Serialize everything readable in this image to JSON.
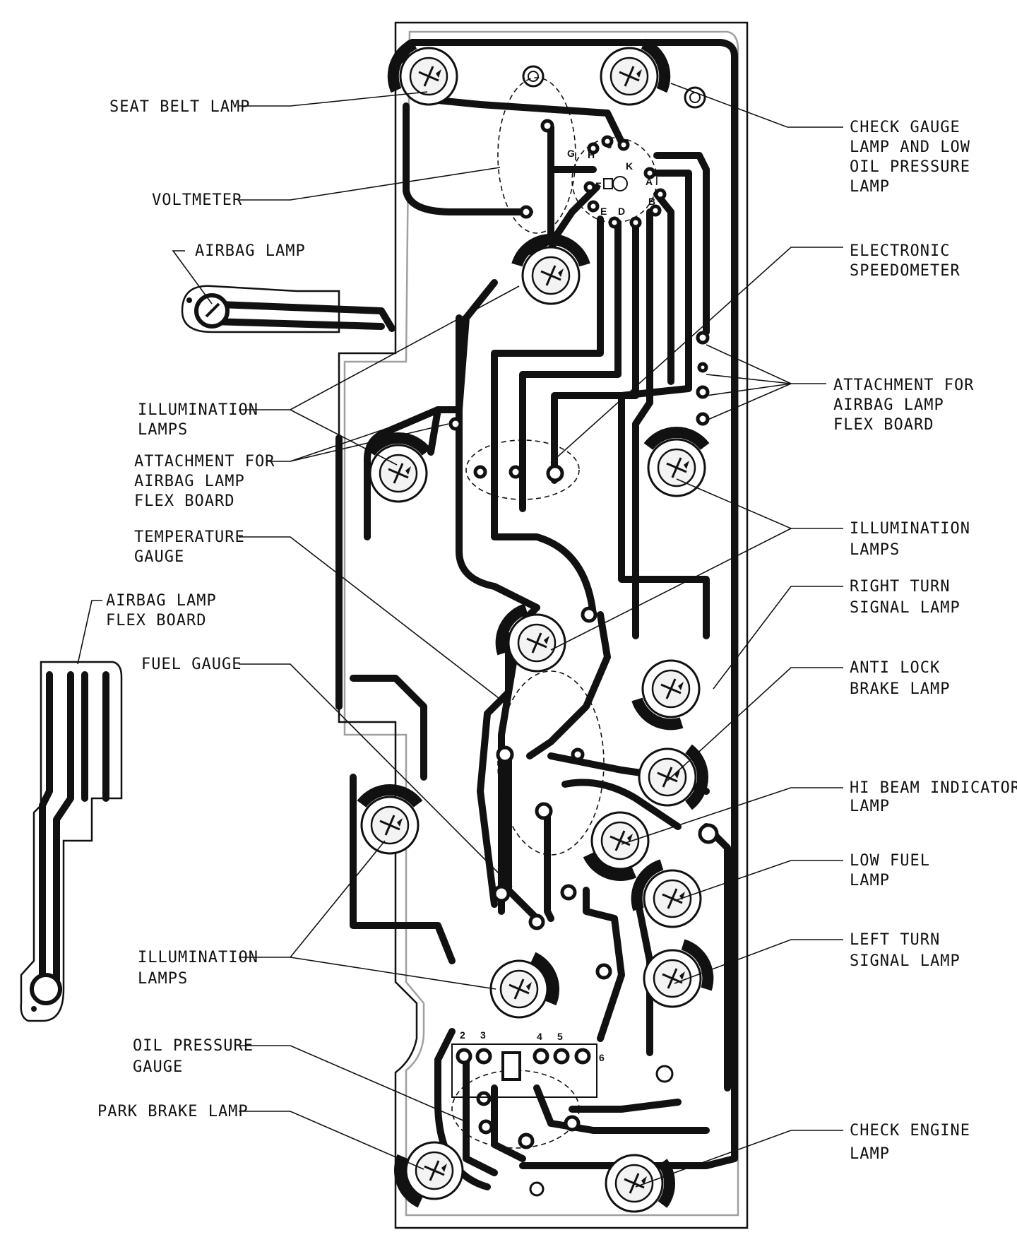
{
  "labels": {
    "seat_belt_lamp": "SEAT BELT LAMP",
    "voltmeter": "VOLTMETER",
    "airbag_lamp": "AIRBAG LAMP",
    "illumination_lamps_1a": "ILLUMINATION",
    "illumination_lamps_1b": "LAMPS",
    "attach_left_a": "ATTACHMENT FOR",
    "attach_left_b": "AIRBAG LAMP",
    "attach_left_c": "FLEX BOARD",
    "temperature_gauge_a": "TEMPERATURE",
    "temperature_gauge_b": "GAUGE",
    "flex_board_a": "AIRBAG LAMP",
    "flex_board_b": "FLEX BOARD",
    "fuel_gauge": "FUEL GAUGE",
    "illumination_lamps_2a": "ILLUMINATION",
    "illumination_lamps_2b": "LAMPS",
    "oil_pressure_gauge_a": "OIL PRESSURE",
    "oil_pressure_gauge_b": "GAUGE",
    "park_brake_lamp": "PARK BRAKE LAMP",
    "check_gauge_a": "CHECK GAUGE",
    "check_gauge_b": "LAMP AND LOW",
    "check_gauge_c": "OIL PRESSURE",
    "check_gauge_d": "LAMP",
    "electronic_speedo_a": "ELECTRONIC",
    "electronic_speedo_b": "SPEEDOMETER",
    "attach_right_a": "ATTACHMENT FOR",
    "attach_right_b": "AIRBAG LAMP",
    "attach_right_c": "FLEX BOARD",
    "illumination_lamps_3a": "ILLUMINATION",
    "illumination_lamps_3b": "LAMPS",
    "right_turn_a": "RIGHT TURN",
    "right_turn_b": "SIGNAL LAMP",
    "anti_lock_a": "ANTI LOCK",
    "anti_lock_b": "BRAKE LAMP",
    "hi_beam_a": "HI BEAM INDICATOR",
    "hi_beam_b": "LAMP",
    "low_fuel_a": "LOW FUEL",
    "low_fuel_b": "LAMP",
    "left_turn_a": "LEFT TURN",
    "left_turn_b": "SIGNAL LAMP",
    "check_engine_a": "CHECK ENGINE",
    "check_engine_b": "LAMP"
  },
  "connector_pins": {
    "g": "G",
    "h": "H",
    "j": "J",
    "k": "K",
    "f": "F",
    "a": "A",
    "e": "E",
    "d": "D",
    "b": "B"
  },
  "terminal_numbers": {
    "t2": "2",
    "t3": "3",
    "t4": "4",
    "t5": "5",
    "t6": "6"
  }
}
